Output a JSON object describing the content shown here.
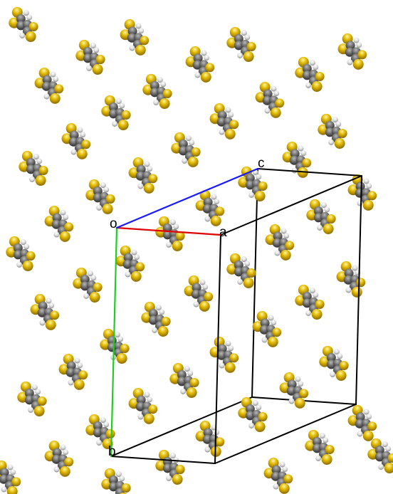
{
  "axes": {
    "origin_label": "o",
    "a_label": "a",
    "b_label": "b",
    "c_label": "c"
  },
  "colors": {
    "a_axis": "#e00000",
    "b_axis": "#22cc22",
    "c_axis": "#1a1aff",
    "cell_edge": "#000000",
    "sulfur": "#e0b800",
    "sulfur_shade": "#a07c00",
    "carbon": "#6f6f6f",
    "carbon_shade": "#3a3a3a",
    "hydrogen": "#e8e8e8",
    "hydrogen_shade": "#8c8c8c"
  },
  "atoms": {
    "sulfur": "S",
    "carbon": "C",
    "hydrogen": "H"
  }
}
